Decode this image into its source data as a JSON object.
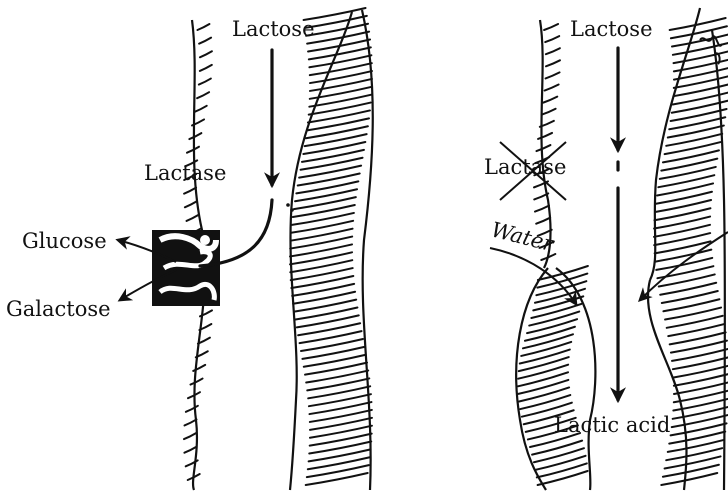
{
  "left_panel": {
    "labels": {
      "lactose": "Lactose",
      "lactase": "Lactase",
      "glucose": "Glucose",
      "galactose": "Galactose"
    }
  },
  "right_panel": {
    "labels": {
      "lactose": "Lactose",
      "lactase": "Lactase",
      "water": "Water",
      "lactic_acid": "Lactic acid"
    }
  },
  "colors": {
    "ink": "#111111",
    "paper": "#ffffff"
  }
}
